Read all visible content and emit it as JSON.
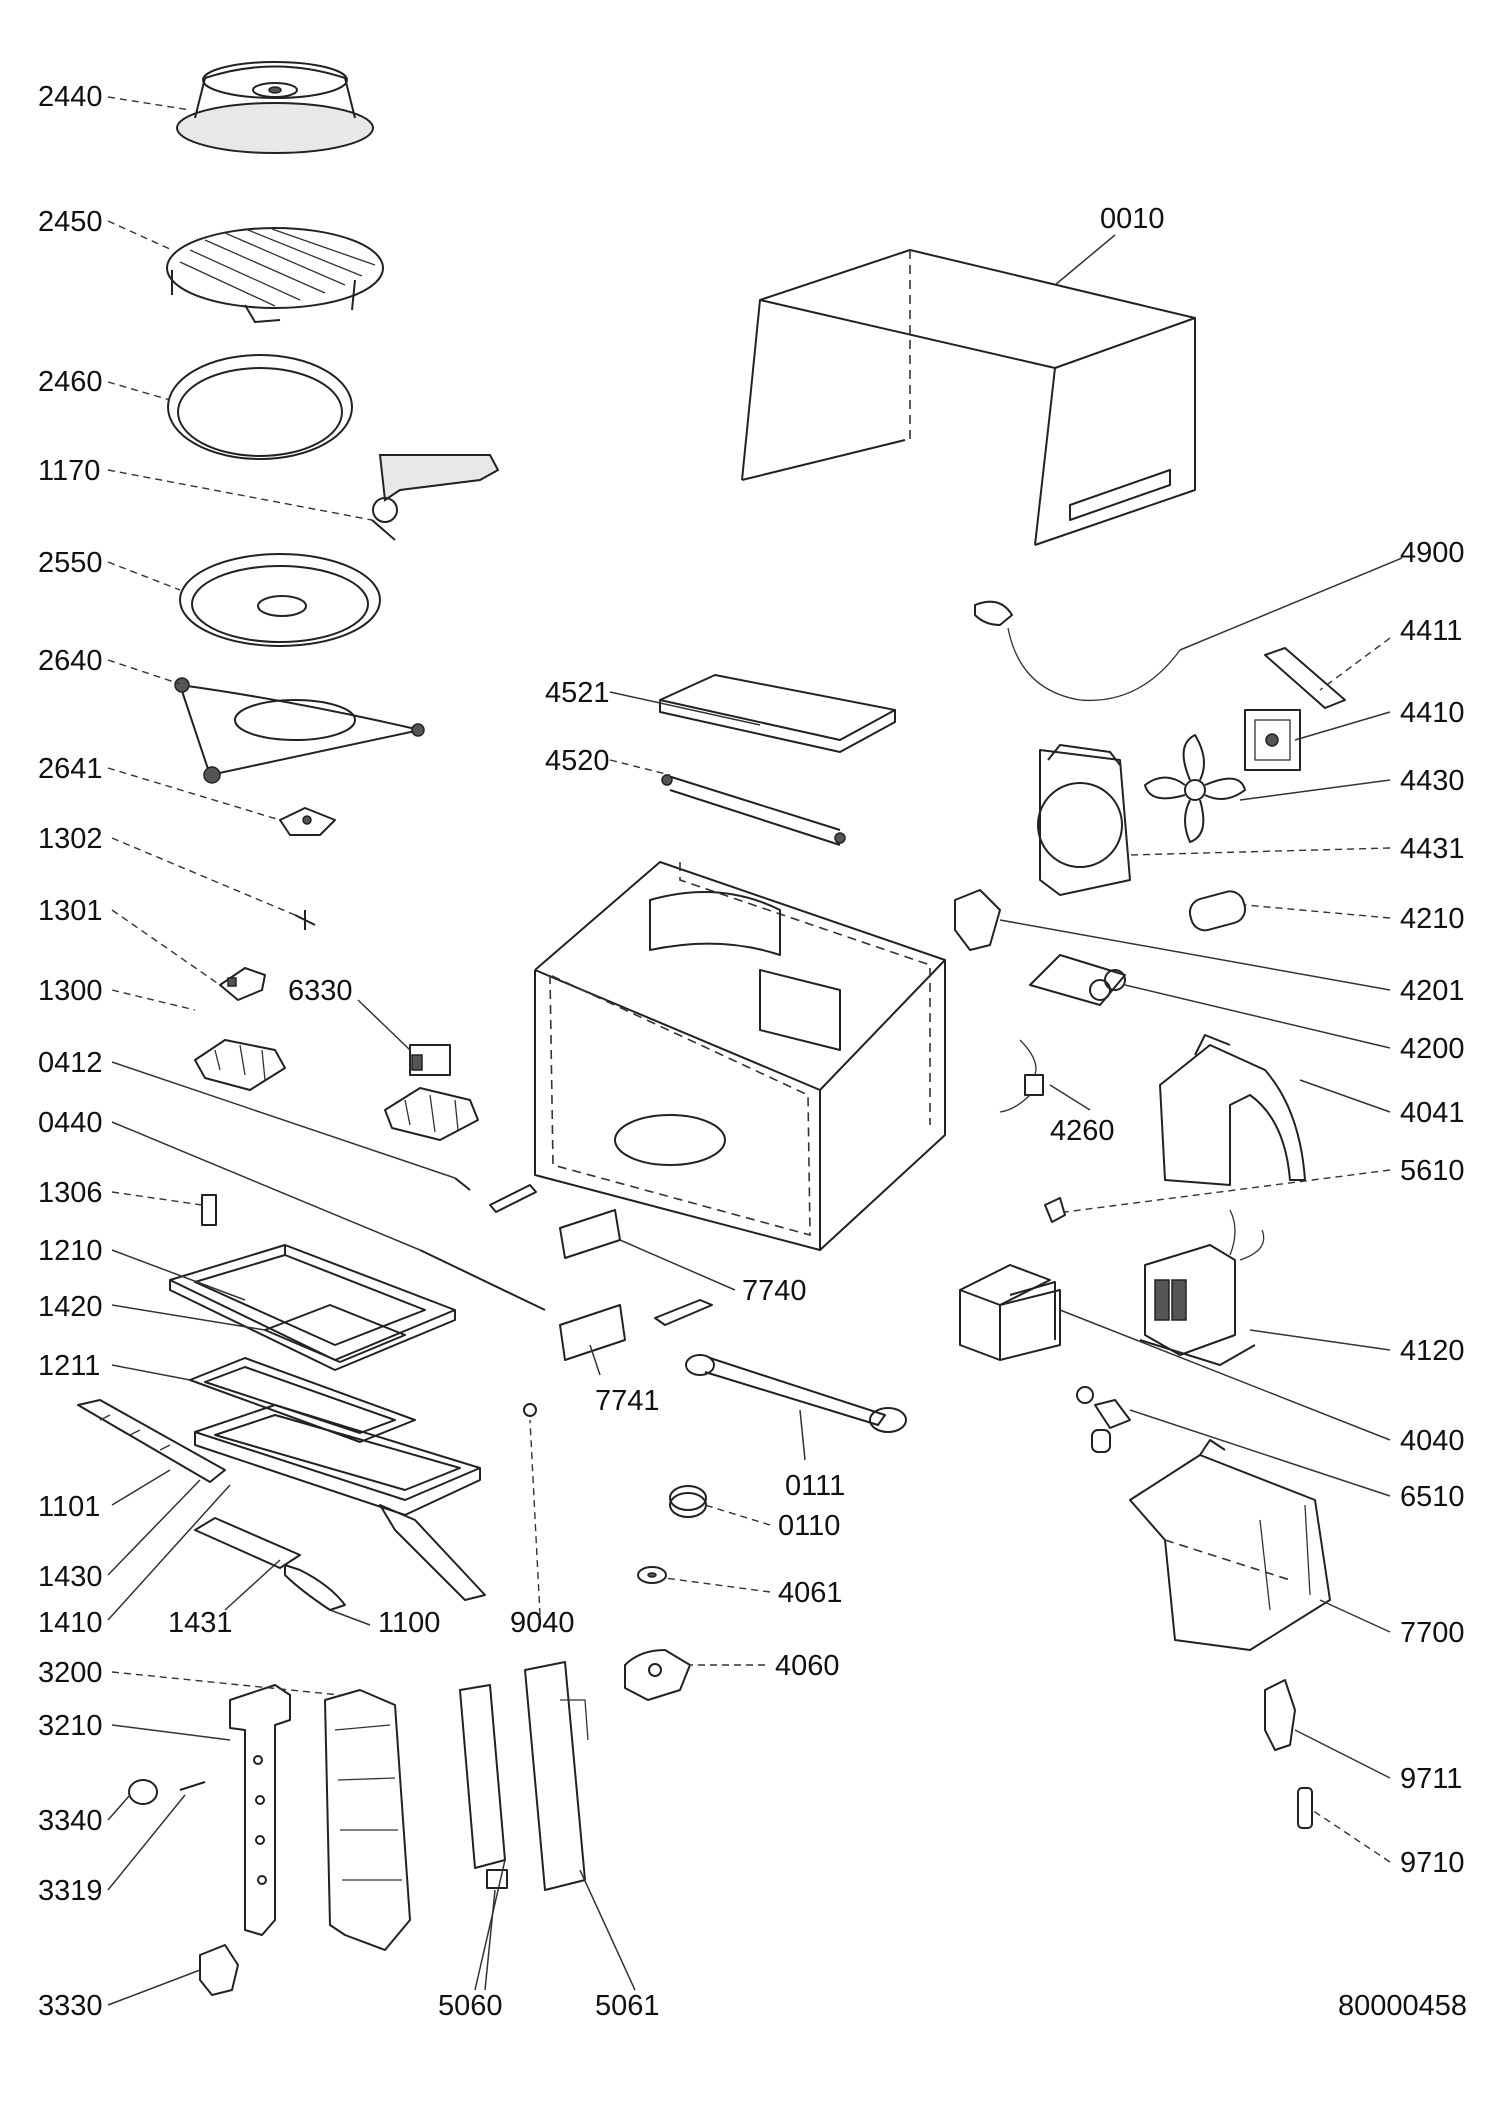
{
  "diagram": {
    "doc_number": "80000458",
    "part_numbers": [
      "2440",
      "2450",
      "2460",
      "1170",
      "2550",
      "2640",
      "2641",
      "1302",
      "1301",
      "1300",
      "6330",
      "0412",
      "0440",
      "1306",
      "1210",
      "1420",
      "1211",
      "1101",
      "1430",
      "1410",
      "1431",
      "1100",
      "9040",
      "3200",
      "3210",
      "3340",
      "3319",
      "3330",
      "5060",
      "5061",
      "0010",
      "4900",
      "4411",
      "4410",
      "4430",
      "4431",
      "4210",
      "4201",
      "4200",
      "4260",
      "4041",
      "5610",
      "4120",
      "4040",
      "6510",
      "7700",
      "9711",
      "9710",
      "4521",
      "4520",
      "7740",
      "7741",
      "0111",
      "0110",
      "4061",
      "4060"
    ]
  }
}
